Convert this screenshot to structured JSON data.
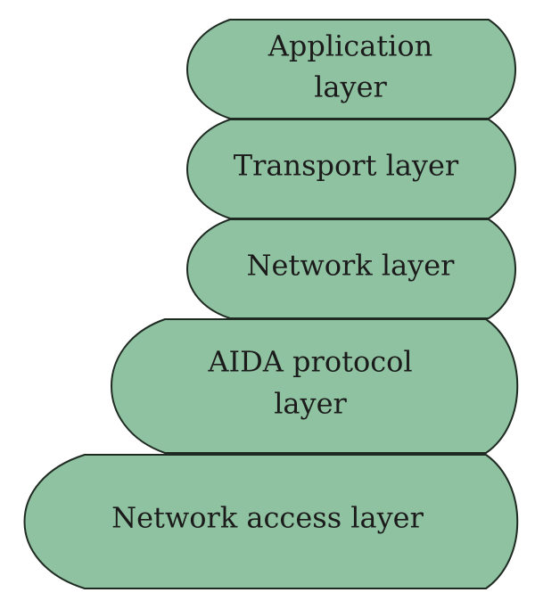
{
  "diagram": {
    "colors": {
      "fill": "#8fc2a0",
      "stroke": "#1e2a22",
      "text": "#1b1b1b"
    },
    "layers": [
      {
        "lines": [
          "Application",
          "layer"
        ]
      },
      {
        "lines": [
          "Transport layer"
        ]
      },
      {
        "lines": [
          "Network layer"
        ]
      },
      {
        "lines": [
          "AIDA protocol",
          "layer"
        ]
      },
      {
        "lines": [
          "Network access layer"
        ]
      }
    ]
  }
}
